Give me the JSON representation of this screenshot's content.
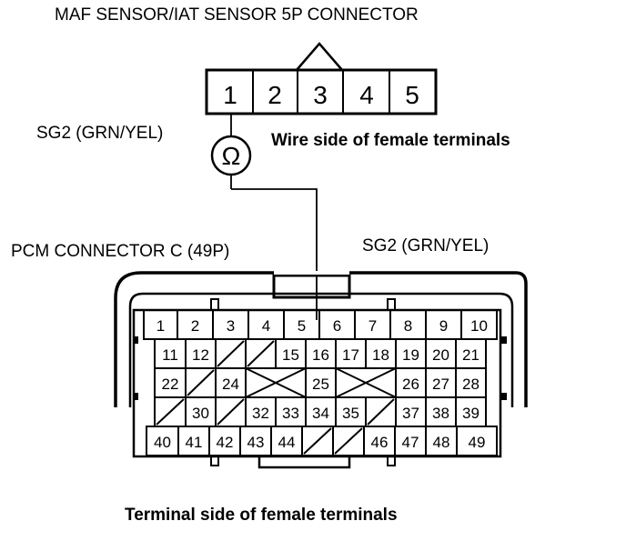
{
  "title": "MAF SENSOR/IAT SENSOR 5P CONNECTOR",
  "maf_connector": {
    "pins": [
      "1",
      "2",
      "3",
      "4",
      "5"
    ],
    "side_label": "Wire side of female terminals",
    "probe_label": "SG2 (GRN/YEL)",
    "meter_symbol": "Ω"
  },
  "pcm_connector": {
    "title": "PCM CONNECTOR C (49P)",
    "probe_label": "SG2 (GRN/YEL)",
    "side_label": "Terminal side of female terminals",
    "rows": [
      [
        "1",
        "2",
        "3",
        "4",
        "5",
        "6",
        "7",
        "8",
        "9",
        "10"
      ],
      [
        "11",
        "12",
        "",
        "",
        "15",
        "16",
        "17",
        "18",
        "19",
        "20",
        "21"
      ],
      [
        "22",
        "",
        "24",
        "",
        "",
        "25",
        "",
        "",
        "26",
        "27",
        "28"
      ],
      [
        "",
        "30",
        "",
        "32",
        "33",
        "34",
        "35",
        "",
        "37",
        "38",
        "39"
      ],
      [
        "40",
        "41",
        "42",
        "43",
        "44",
        "",
        "",
        "46",
        "47",
        "48",
        "49"
      ]
    ]
  }
}
